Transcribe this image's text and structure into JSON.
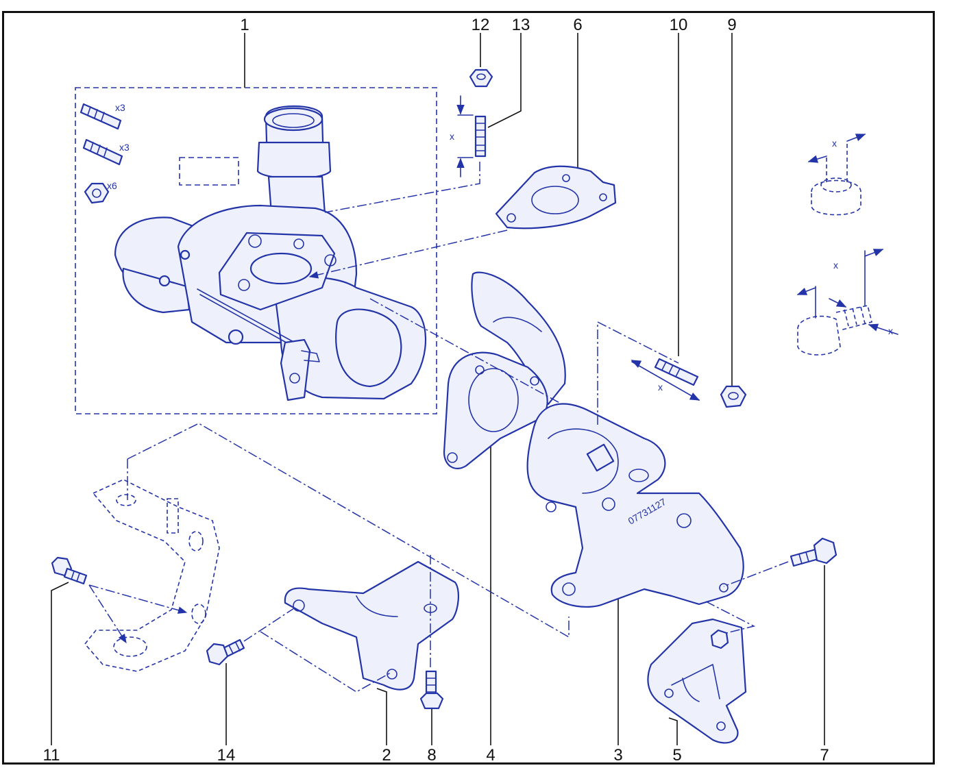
{
  "callouts": {
    "c1": "1",
    "c2": "2",
    "c3": "3",
    "c4": "4",
    "c5": "5",
    "c6": "6",
    "c7": "7",
    "c8": "8",
    "c9": "9",
    "c10": "10",
    "c11": "11",
    "c12": "12",
    "c13": "13",
    "c14": "14"
  },
  "quantities": {
    "studs_a": "x3",
    "studs_b": "x3",
    "nuts": "x6"
  },
  "dimension_label": "x",
  "casting_mark": "07731127",
  "colors": {
    "line_art": "#2333a8",
    "frame": "#111111",
    "fill": "#eef0fb"
  }
}
